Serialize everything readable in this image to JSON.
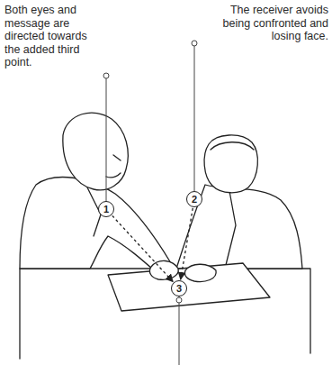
{
  "diagram": {
    "nodes": [
      {
        "text": [
          "1"
        ]
      },
      {
        "text": [
          "2"
        ]
      },
      {
        "text": [
          "3"
        ]
      }
    ],
    "edges": [
      {
        "from": 0,
        "to": 2,
        "arrow": "to"
      },
      {
        "from": 1,
        "to": 2,
        "arrow": "to"
      }
    ],
    "labels": [
      "Both eyes and message are directed towards the added third point.",
      "The receiver avoids being confronted and losing face."
    ]
  }
}
